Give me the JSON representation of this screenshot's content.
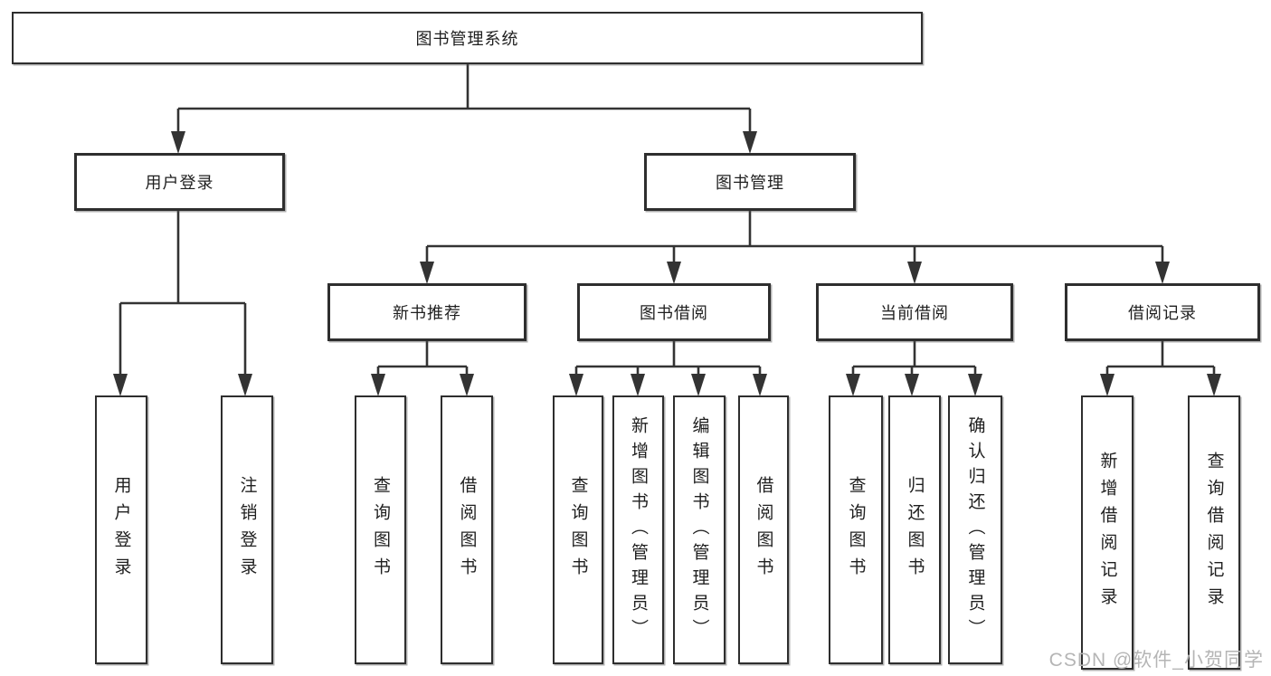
{
  "tree": {
    "label": "图书管理系统",
    "children": [
      {
        "label": "用户登录",
        "children": [
          {
            "label": "用户登录"
          },
          {
            "label": "注销登录"
          }
        ]
      },
      {
        "label": "图书管理",
        "children": [
          {
            "label": "新书推荐",
            "children": [
              {
                "label": "查询图书"
              },
              {
                "label": "借阅图书"
              }
            ]
          },
          {
            "label": "图书借阅",
            "children": [
              {
                "label": "查询图书"
              },
              {
                "label": "新增图书（管理员）"
              },
              {
                "label": "编辑图书（管理员）"
              },
              {
                "label": "借阅图书"
              }
            ]
          },
          {
            "label": "当前借阅",
            "children": [
              {
                "label": "查询图书"
              },
              {
                "label": "归还图书"
              },
              {
                "label": "确认归还（管理员）"
              }
            ]
          },
          {
            "label": "借阅记录",
            "children": [
              {
                "label": "新增借阅记录"
              },
              {
                "label": "查询借阅记录"
              }
            ]
          }
        ]
      }
    ]
  },
  "watermark": {
    "text": "CSDN @软件_小贺同学"
  },
  "colors": {
    "line": "#333333",
    "border": "#2e2e2e",
    "text": "#1f1f1f",
    "watermark": "#b5b5b5",
    "background": "#ffffff"
  }
}
